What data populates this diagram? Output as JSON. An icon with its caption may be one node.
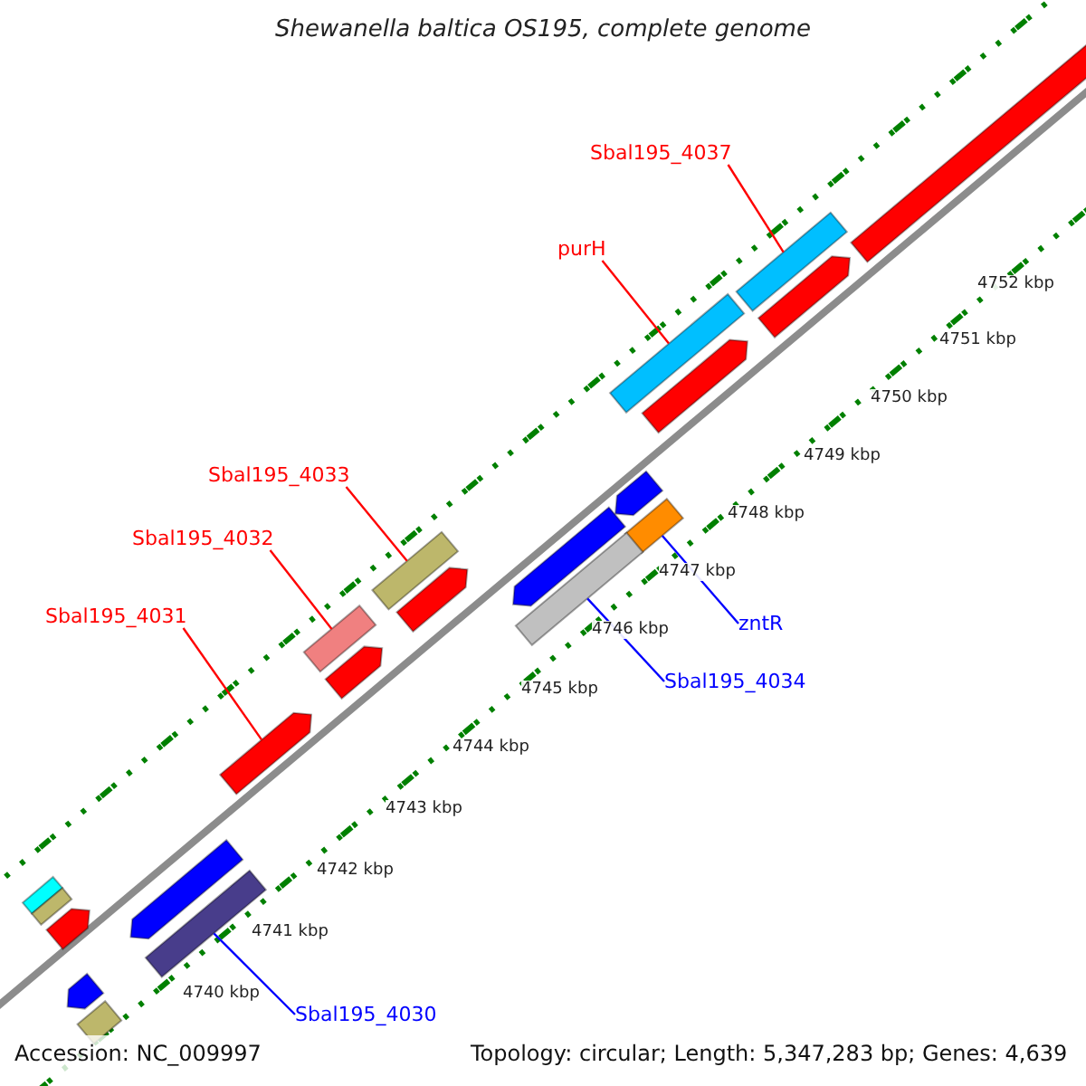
{
  "diagram": {
    "title": "Shewanella baltica OS195, complete genome",
    "nodes": [
      {
        "text": [
          "Sbal195_4037"
        ]
      },
      {
        "text": [],
        "shape": "bar"
      },
      {
        "text": [
          "purH"
        ]
      },
      {
        "text": [],
        "shape": "bar"
      },
      {
        "text": [
          "Sbal195_4033"
        ]
      },
      {
        "text": [],
        "shape": "bar"
      },
      {
        "text": [
          "Sbal195_4032"
        ]
      },
      {
        "text": [],
        "shape": "bar"
      },
      {
        "text": [
          "Sbal195_4031"
        ]
      },
      {
        "text": [],
        "shape": "arrow"
      },
      {
        "text": [
          "zntR"
        ]
      },
      {
        "text": [],
        "shape": "bar"
      },
      {
        "text": [
          "Sbal195_4034"
        ]
      },
      {
        "text": [],
        "shape": "bar"
      },
      {
        "text": [
          "Sbal195_4030"
        ]
      },
      {
        "text": [],
        "shape": "bar"
      },
      {
        "text": [],
        "shape": "bar"
      },
      {
        "text": [],
        "shape": "arrow"
      },
      {
        "text": [],
        "shape": "arrow"
      },
      {
        "text": [],
        "shape": "arrow"
      },
      {
        "text": [],
        "shape": "arrow"
      },
      {
        "text": [],
        "shape": "bar"
      },
      {
        "text": [],
        "shape": "bar"
      },
      {
        "text": [],
        "shape": "arrow"
      },
      {
        "text": [],
        "shape": "arrow"
      },
      {
        "text": [],
        "shape": "arrow"
      },
      {
        "text": [],
        "shape": "arrow"
      },
      {
        "text": [],
        "shape": "arrow"
      },
      {
        "text": [],
        "shape": "bar"
      }
    ],
    "edges": [
      {
        "from": 0,
        "to": 1,
        "arrow": "none"
      },
      {
        "from": 2,
        "to": 3,
        "arrow": "none"
      },
      {
        "from": 4,
        "to": 5,
        "arrow": "none"
      },
      {
        "from": 6,
        "to": 7,
        "arrow": "none"
      },
      {
        "from": 8,
        "to": 9,
        "arrow": "none"
      },
      {
        "from": 10,
        "to": 11,
        "arrow": "none",
        "color": "#0000ff"
      },
      {
        "from": 12,
        "to": 13,
        "arrow": "none",
        "color": "#0000ff"
      },
      {
        "from": 14,
        "to": 15,
        "arrow": "none",
        "color": "#0000ff"
      }
    ],
    "labels": [
      "4752 kbp",
      "4751 kbp",
      "4750 kbp",
      "4749 kbp",
      "4748 kbp",
      "4747 kbp",
      "4746 kbp",
      "4745 kbp",
      "4744 kbp",
      "4743 kbp",
      "4742 kbp",
      "4741 kbp",
      "4740 kbp",
      "Accession: NC_009997",
      "Topology: circular; Length: 5,347,283 bp; Genes: 4,639"
    ]
  }
}
